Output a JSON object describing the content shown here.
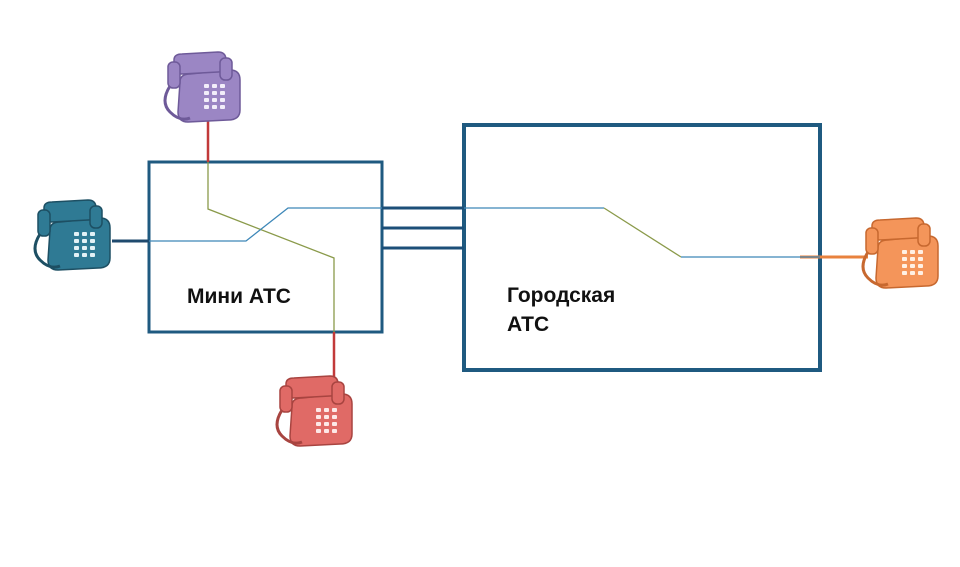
{
  "mini_pbx": {
    "label": "Мини АТС"
  },
  "city_exchange": {
    "label_line1": "Городская",
    "label_line2": "АТС"
  },
  "phones": [
    {
      "id": "phone-top",
      "color": "#9b86c4"
    },
    {
      "id": "phone-left",
      "color": "#2f7a94"
    },
    {
      "id": "phone-bottom",
      "color": "#e06a66"
    },
    {
      "id": "phone-right",
      "color": "#f4955a"
    }
  ],
  "colors": {
    "box_border": "#1f5a80",
    "trunk": "#1c4f78",
    "internal_blue": "#3d87b8",
    "internal_olive": "#8a9a4a",
    "wire_red": "#c23a3a",
    "wire_navy": "#1f4a6e",
    "wire_orange": "#e8823e"
  }
}
